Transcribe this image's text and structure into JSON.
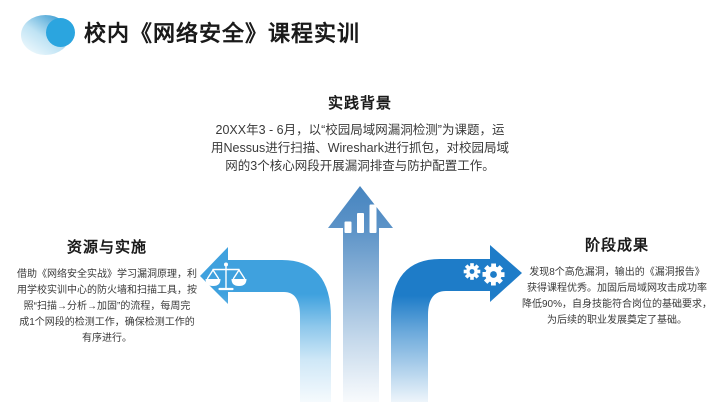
{
  "header": {
    "title": "校内《网络安全》课程实训"
  },
  "sections": {
    "background": {
      "title": "实践背景",
      "body": "20XX年3 - 6月，以“校园局域网漏洞检测”为课题，运\n用Nessus进行扫描、Wireshark进行抓包，对校园局域\n网的3个核心网段开展漏洞排查与防护配置工作。"
    },
    "resources": {
      "title": "资源与实施",
      "body": "借助《网络安全实战》学习漏洞原理，利\n用学校实训中心的防火墙和扫描工具，按\n照“扫描→分析→加固”的流程，每周完\n成1个网段的检测工作，确保检测工作的\n有序进行。"
    },
    "results": {
      "title": "阶段成果",
      "body": "发现8个高危漏洞，输出的《漏洞报告》\n获得课程优秀。加固后局域网攻击成功率\n降低90%，自身技能符合岗位的基础要求，\n为后续的职业发展奠定了基础。"
    }
  },
  "diagram": {
    "arrows": [
      {
        "name": "left-arrow",
        "direction": "left",
        "icon": "scales-icon"
      },
      {
        "name": "up-arrow",
        "direction": "up",
        "icon": "bar-chart-icon"
      },
      {
        "name": "right-arrow",
        "direction": "right",
        "icon": "gears-icon"
      }
    ]
  },
  "colors": {
    "left_arrow": "#3FA1DE",
    "center_arrow": "#4785C0",
    "right_arrow": "#1E7CC8",
    "icon_white": "#FFFFFF",
    "logo_blue": "#2BA5DF",
    "logo_gradient_dark": "#2F95CE",
    "heading_text": "#1A1A1A",
    "body_text": "#3A3A3A"
  }
}
